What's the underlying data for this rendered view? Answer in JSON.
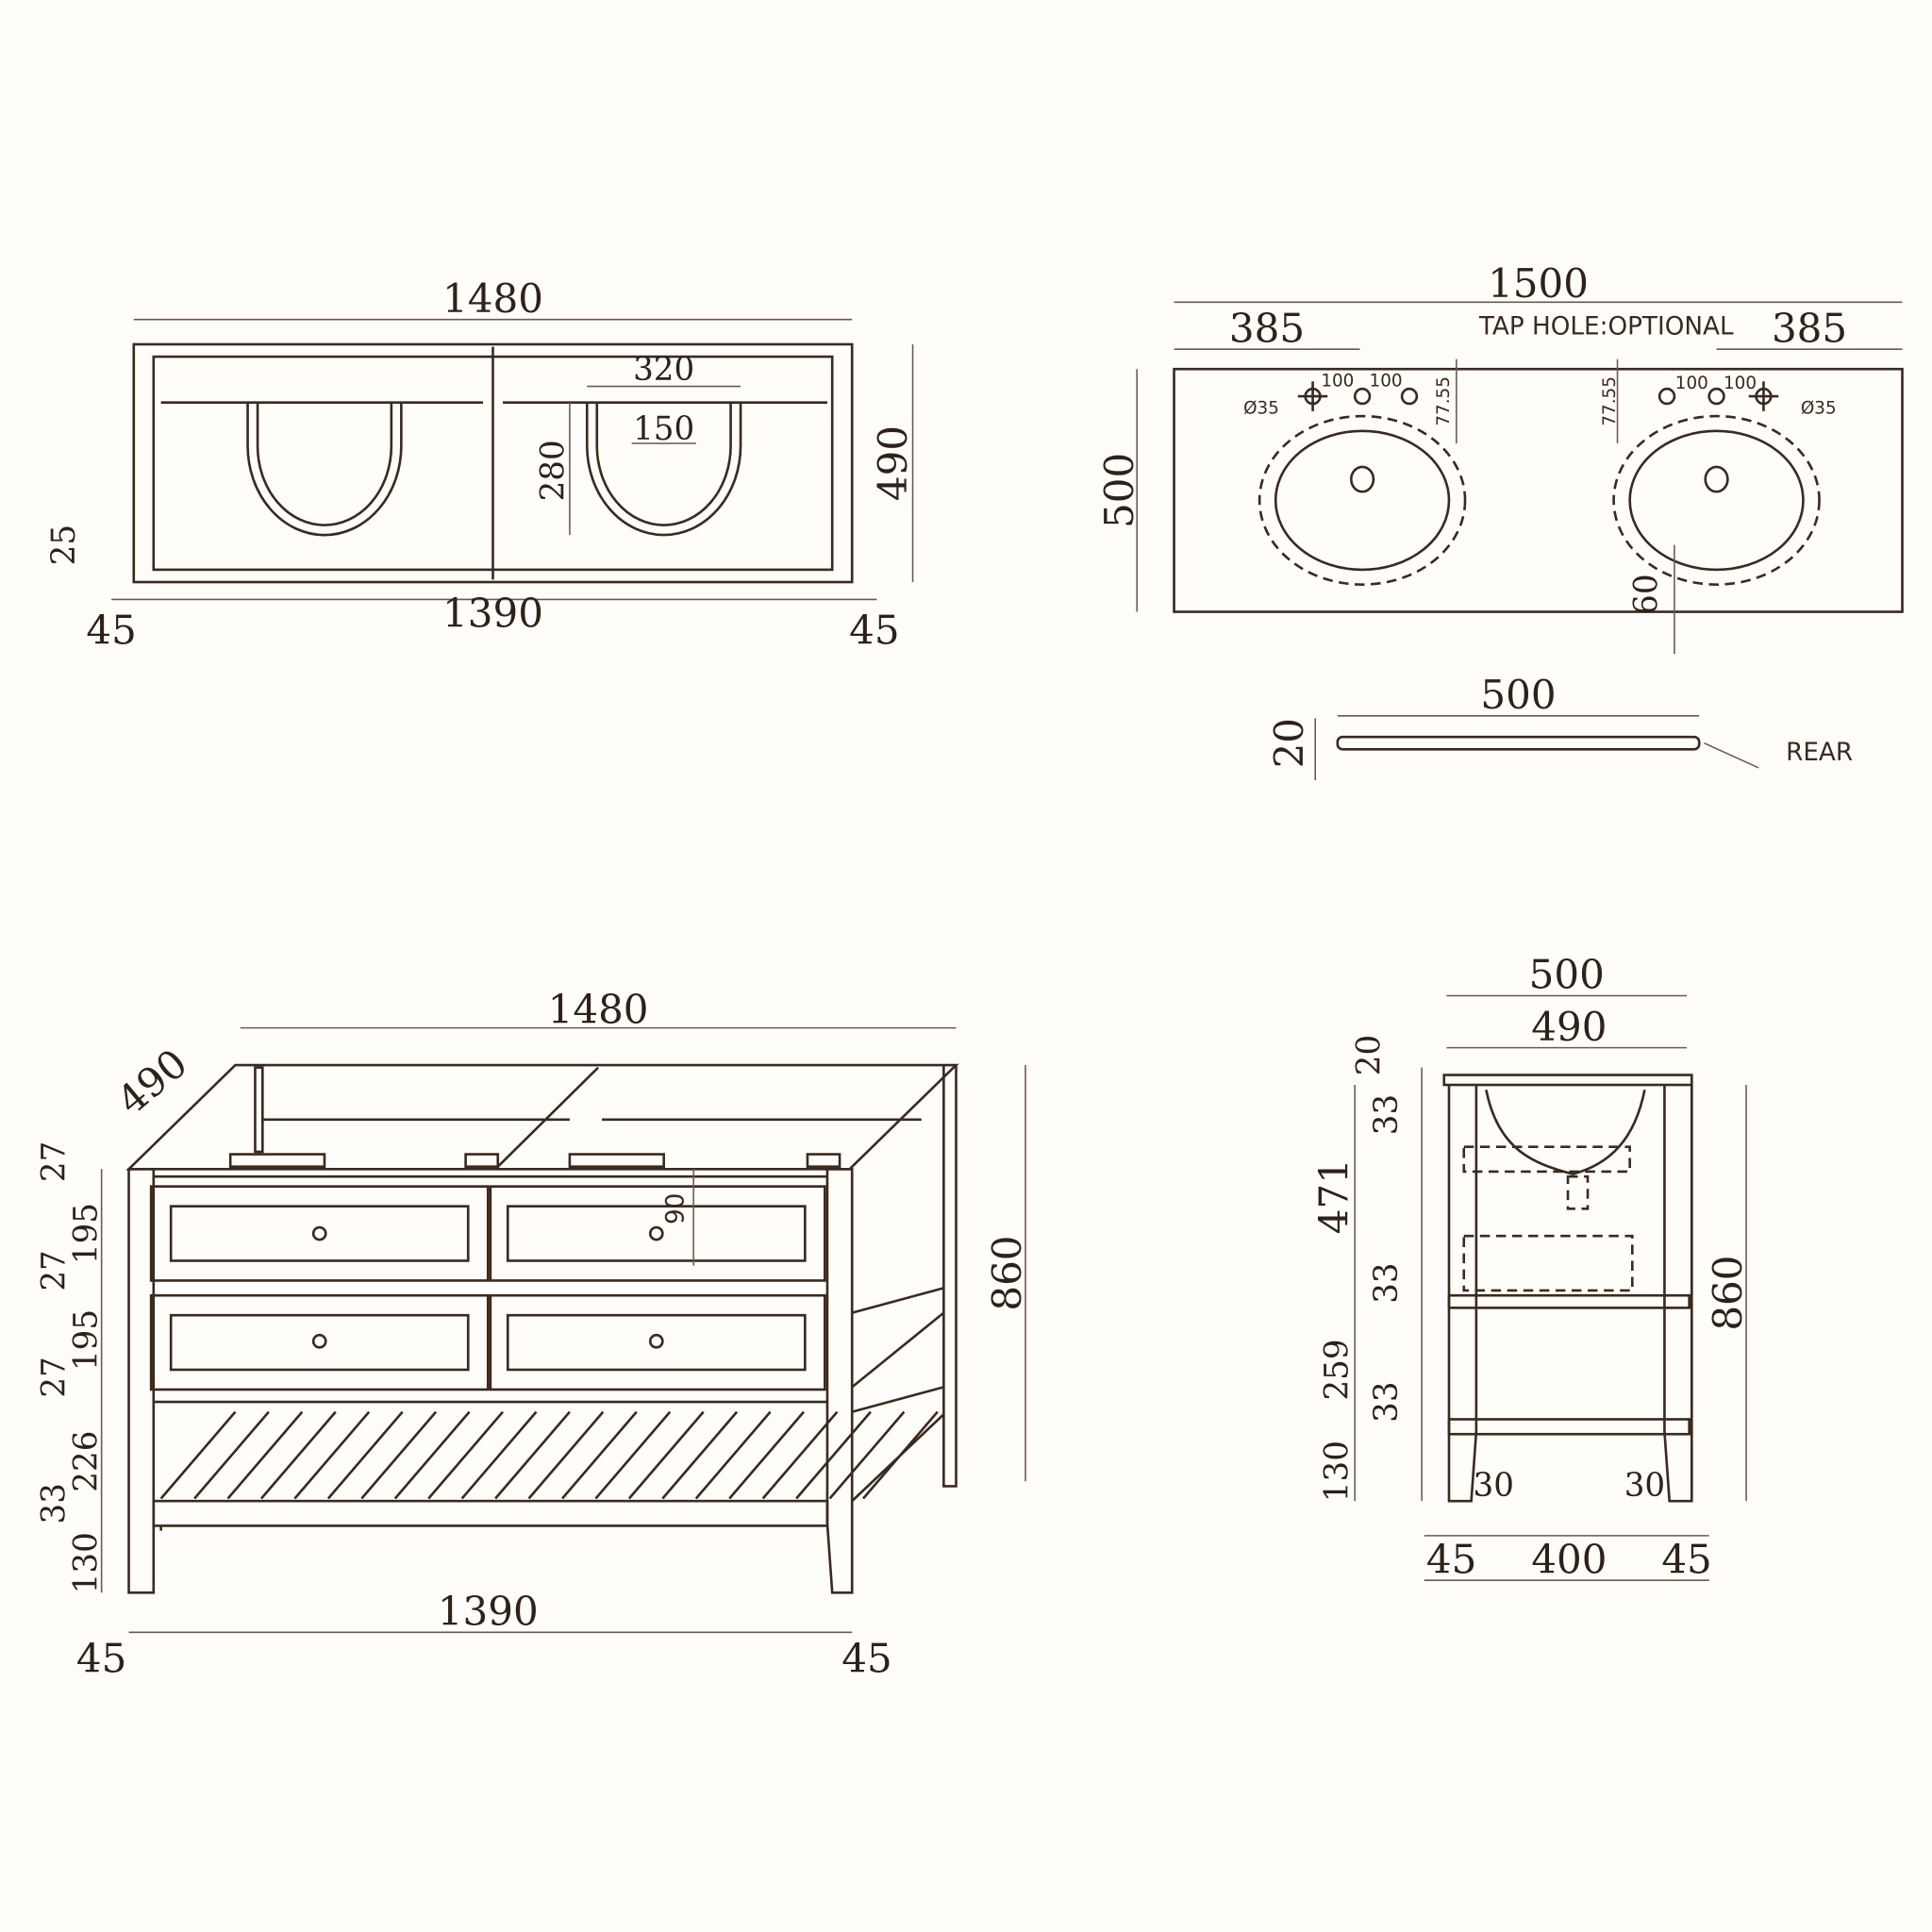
{
  "colors": {
    "line": "#3b2a1d",
    "background": "#fffdfa"
  },
  "plan_view": {
    "overall_width": "1480",
    "basin_width": "320",
    "drain_width": "150",
    "basin_depth": "280",
    "depth": "490",
    "rail": "25",
    "left_offset": "45",
    "inner_width": "1390",
    "right_offset": "45"
  },
  "top_view": {
    "overall_width": "1500",
    "left_offset": "385",
    "right_offset": "385",
    "note": "TAP HOLE:OPTIONAL",
    "tap_spacing": [
      "100",
      "100",
      "100",
      "100"
    ],
    "hole_diameter_left": "Ø35",
    "hole_diameter_right": "Ø35",
    "tap_offset_left": "77.55",
    "tap_offset_right": "77.55",
    "depth": "500",
    "front_margin": "60",
    "profile_width": "500",
    "thickness": "20",
    "rear_label": "REAR"
  },
  "front_view": {
    "overall_width": "1480",
    "depth": "490",
    "heights": [
      "27",
      "195",
      "27",
      "195",
      "27",
      "226",
      "33",
      "130"
    ],
    "handle_offset": "90",
    "overall_height": "860",
    "inner_width": "1390",
    "left_offset": "45",
    "right_offset": "45"
  },
  "side_view": {
    "top_depth": "500",
    "cabinet_depth": "490",
    "top_thickness": "20",
    "rail_top": "33",
    "drawer_zone": "471",
    "rail_mid": "33",
    "open_zone": "259",
    "rail_low": "33",
    "leg_height": "130",
    "overall_height": "860",
    "leg_taper_left": "30",
    "leg_taper_right": "30",
    "leg_left": "45",
    "inner_depth": "400",
    "leg_right": "45"
  }
}
